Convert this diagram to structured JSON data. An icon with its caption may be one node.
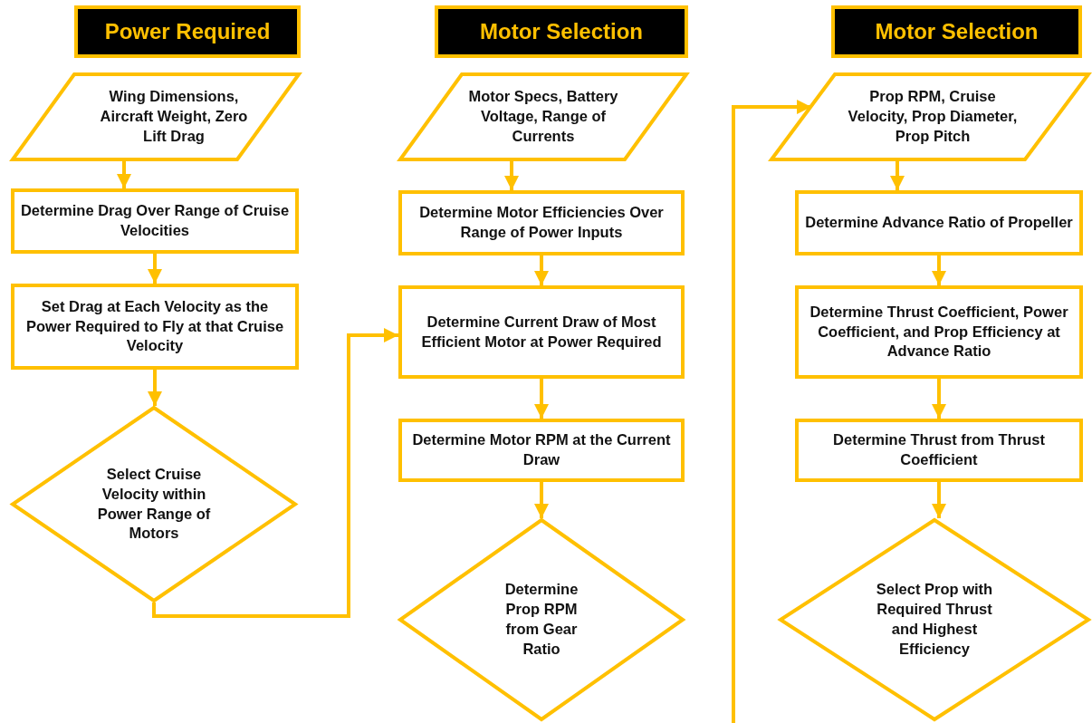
{
  "diagram": {
    "nodes": [
      {
        "text": [
          "Power Required"
        ]
      },
      {
        "text": [
          "Wing Dimensions, Aircraft Weight, Zero Lift Drag"
        ]
      },
      {
        "text": [
          "Determine Drag Over Range of Cruise Velocities"
        ]
      },
      {
        "text": [
          "Set Drag at Each Velocity as the Power Required to Fly at that Cruise Velocity"
        ]
      },
      {
        "text": [
          "Select Cruise Velocity within Power Range of Motors"
        ]
      },
      {
        "text": [
          "Motor Selection"
        ]
      },
      {
        "text": [
          "Motor Specs, Battery Voltage, Range of Currents"
        ]
      },
      {
        "text": [
          "Determine Motor Efficiencies Over Range of Power Inputs"
        ]
      },
      {
        "text": [
          "Determine Current Draw of Most Efficient Motor at Power Required"
        ]
      },
      {
        "text": [
          "Determine Motor RPM at the Current Draw"
        ]
      },
      {
        "text": [
          "Determine Prop RPM from Gear Ratio"
        ]
      },
      {
        "text": [
          "Motor Selection"
        ]
      },
      {
        "text": [
          "Prop RPM, Cruise Velocity, Prop Diameter, Prop Pitch"
        ]
      },
      {
        "text": [
          "Determine Advance Ratio of Propeller"
        ]
      },
      {
        "text": [
          "Determine Thrust Coefficient, Power Coefficient, and Prop Efficiency at Advance Ratio"
        ]
      },
      {
        "text": [
          "Determine Thrust from Thrust Coefficient"
        ]
      },
      {
        "text": [
          "Select Prop with Required Thrust and Highest Efficiency"
        ]
      }
    ],
    "edges": [
      {
        "from": 1,
        "to": 2,
        "arrow": "to"
      },
      {
        "from": 2,
        "to": 3,
        "arrow": "to"
      },
      {
        "from": 3,
        "to": 4,
        "arrow": "to"
      },
      {
        "from": 4,
        "to": 8,
        "arrow": "to"
      },
      {
        "from": 6,
        "to": 7,
        "arrow": "to"
      },
      {
        "from": 7,
        "to": 8,
        "arrow": "to"
      },
      {
        "from": 8,
        "to": 9,
        "arrow": "to"
      },
      {
        "from": 9,
        "to": 10,
        "arrow": "to"
      },
      {
        "from": null,
        "to": 12,
        "arrow": "to"
      },
      {
        "from": 12,
        "to": 13,
        "arrow": "to"
      },
      {
        "from": 13,
        "to": 14,
        "arrow": "to"
      },
      {
        "from": 14,
        "to": 15,
        "arrow": "to"
      },
      {
        "from": 15,
        "to": 16,
        "arrow": "to"
      }
    ]
  }
}
